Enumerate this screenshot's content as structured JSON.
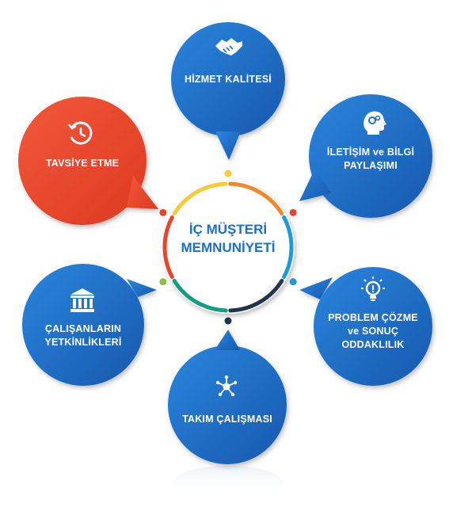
{
  "center": {
    "line1": "İÇ MÜŞTERİ",
    "line2": "MEMNUNİYETİ"
  },
  "nodes": [
    {
      "id": "hizmet",
      "lines": [
        "HİZMET KALİTESİ"
      ],
      "icon": "handshake-icon",
      "color": "#1e6fc5"
    },
    {
      "id": "iletisim",
      "lines": [
        "İLETİŞİM ve BİLGİ",
        "PAYLAŞIMI"
      ],
      "icon": "head-gears-icon",
      "color": "#1e6fc5"
    },
    {
      "id": "problem",
      "lines": [
        "PROBLEM ÇÖZME",
        "ve SONUÇ",
        "ODDAKLILIK"
      ],
      "icon": "lightbulb-icon",
      "color": "#1e6fc5"
    },
    {
      "id": "takim",
      "lines": [
        "TAKIM ÇALIŞMASI"
      ],
      "icon": "network-icon",
      "color": "#1e6fc5"
    },
    {
      "id": "calisanlar",
      "lines": [
        "ÇALIŞANLARIN",
        "YETKİNLİKLERİ"
      ],
      "icon": "bank-icon",
      "color": "#1e6fc5"
    },
    {
      "id": "tavsiye",
      "lines": [
        "TAVSİYE ETME"
      ],
      "icon": "history-clock-icon",
      "color": "#e8452c"
    }
  ],
  "ring": {
    "segment_colors": [
      "#f6cc3c",
      "#f0892c",
      "#1f9ad8",
      "#23344d",
      "#129e84",
      "#e8452c"
    ],
    "dot_colors": [
      "#f6cc3c",
      "#e8452c",
      "#1f9ad8",
      "#23344d",
      "#8cc43f",
      "#e8452c"
    ]
  }
}
